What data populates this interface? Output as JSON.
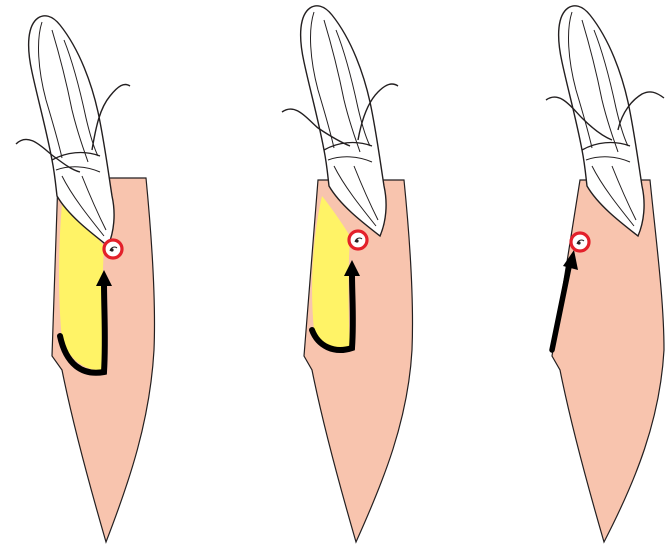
{
  "figure": {
    "panel_count": 3,
    "colors": {
      "gingiva": "#f8c4ae",
      "bone_defect": "#fff366",
      "outline": "#231f20",
      "marker_ring": "#e3202a",
      "tooth_fill": "#ffffff"
    },
    "panels": [
      {
        "id": "panel-1",
        "yellow_area": "large",
        "arrow": "curved"
      },
      {
        "id": "panel-2",
        "yellow_area": "reduced",
        "arrow": "curved"
      },
      {
        "id": "panel-3",
        "yellow_area": "none",
        "arrow": "straight"
      }
    ],
    "icons": [
      "tooth-icon",
      "red-circle-marker-icon",
      "arrow-icon"
    ]
  }
}
